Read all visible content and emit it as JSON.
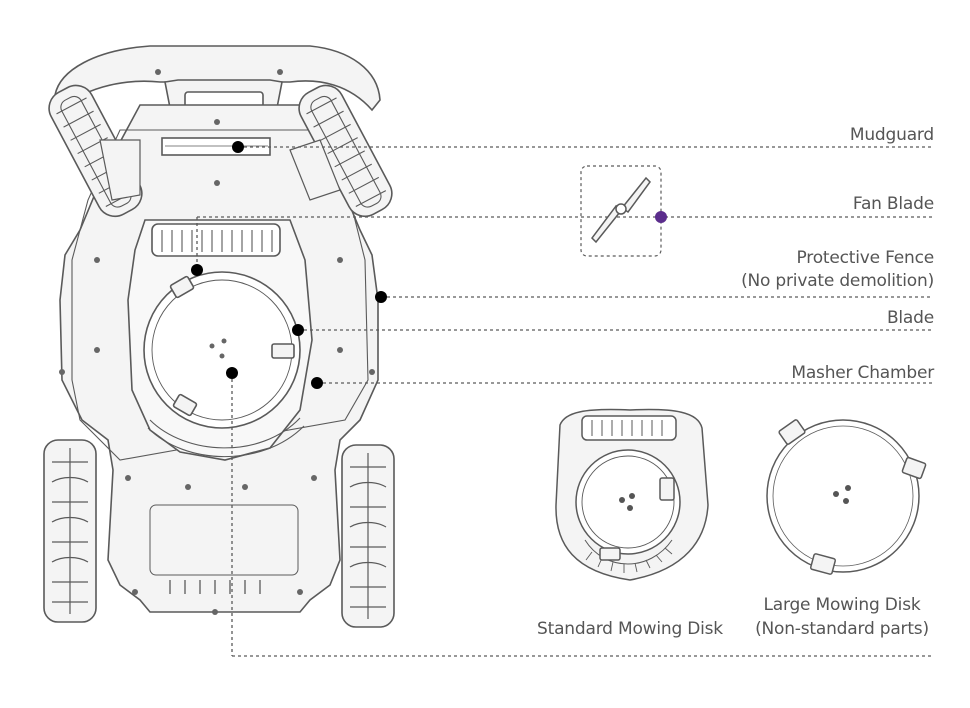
{
  "colors": {
    "line": "#5a5a5a",
    "fill": "#f4f4f4",
    "dot": "#000000",
    "accent_dot": "#5b2d8c",
    "text": "#555555"
  },
  "labels": {
    "mudguard": "Mudguard",
    "fan_blade": "Fan Blade",
    "protective_fence_1": "Protective Fence",
    "protective_fence_2": "(No private demolition)",
    "blade": "Blade",
    "masher_chamber": "Masher Chamber",
    "standard_disk": "Standard Mowing Disk",
    "large_disk_1": "Large Mowing Disk",
    "large_disk_2": "(Non-standard parts)"
  }
}
